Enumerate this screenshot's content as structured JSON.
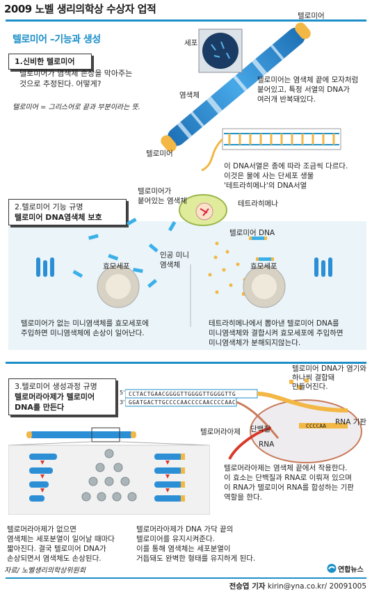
{
  "header": {
    "title": "2009 노벨 생리의학상 수상자 업적",
    "subtitle": "텔로미어 –기능과 생성"
  },
  "section1": {
    "heading": "1.신비한 텔로미어",
    "text": "텔로미어가 염색체 손상을 막아주는\n것으로 추정된다. 어떻게?",
    "note": "텔로미어 = 그리스어로 끝과 부분이라는 뜻.",
    "labels": {
      "telomere_top": "텔로미어",
      "cell": "세포",
      "chromosome": "염색체",
      "telomere_bottom": "텔로미어"
    },
    "desc1": "텔로미어는 염색체 끝에 모자처럼\n붙어있고, 특정 서열의 DNA가\n여러개 반복돼있다.",
    "desc2": "이 DNA서열은 종에 따라 조금씩 다르다.\n이것은 물에 사는 단세포 생물\n'테트라히메나'의 DNA서열"
  },
  "section2": {
    "heading_line1": "2.텔로미어 기능 규명",
    "heading_line2": "텔로미어 DNA염색체 보호",
    "labels": {
      "attached_chromosome": "텔로미어가\n붙어있는 염색체",
      "tetrahymena": "테트라히메나",
      "telomere_dna": "텔로미어 DNA",
      "artificial_mini": "인공 미니\n염색체",
      "yeast_left": "효모세포",
      "yeast_right": "효모세포"
    },
    "left_text": "텔로미어가 없는 미니염색체를 효모세포에\n주입하면 미니염색체에 손상이 일어난다.",
    "right_text": "테트라히메나에서 뽑아낸 텔로미어 DNA를\n미니염색체와 결합시켜 효모세포에 주입하면\n미니염색체가 분해되지않는다."
  },
  "section3": {
    "heading_line1": "3.텔로미어 생성과정 규명",
    "heading_line2": "텔로머라아제가 텔로미어\nDNA를 만든다",
    "labels": {
      "telomere_dna_joined": "텔로미어 DNA가 염기와\n하나씩 결합돼\n만들어진다.",
      "telomerase": "텔로머라아제",
      "protein": "단백질",
      "rna": "RNA",
      "rna_template": "RNA 기판"
    },
    "dna_strand_top": "CCTACTGAACGGGGTTGGGGTTGGGGTTG",
    "dna_strand_bottom": "GGATGACTTGCCCCAACCCCAACCCCAAC",
    "rna_seq": "CCCCAA",
    "prime_5": "5'",
    "prime_3": "3'",
    "right_text": "텔로머라아제는 염색체 끝에서 작용한다.\n이 효소는 단백질과 RNA로 이뤄져 있으며\n이 RNA가 텔로미어 RNA를 합성하는 기판\n역할을 한다.",
    "left_text": "텔로머라아제가 없으면\n염색체는 세포분열이 일어날 때마다\n짧아진다. 결국 텔로미어 DNA가\n손상되면서 염색체도 손상된다.",
    "mid_text": "텔로머라아제가 DNA 가닥 끝의\n텔로미어를 유지시켜준다.\n이를 통해 염색체는 세포분열이\n거듭돼도 완벽한 형태를 유지하게 된다."
  },
  "footer": {
    "source": "자료/ 노벨생리의학상위원회",
    "logo": "연합뉴스",
    "byline_name": "전승엽 기자",
    "byline_rest": "kirin@yna.co.kr/ 20091005"
  },
  "colors": {
    "accent": "#1c8fc9",
    "panel": "#eaf4f9",
    "telomere": "#f2b744",
    "chromosome": "#2c8fd6"
  }
}
